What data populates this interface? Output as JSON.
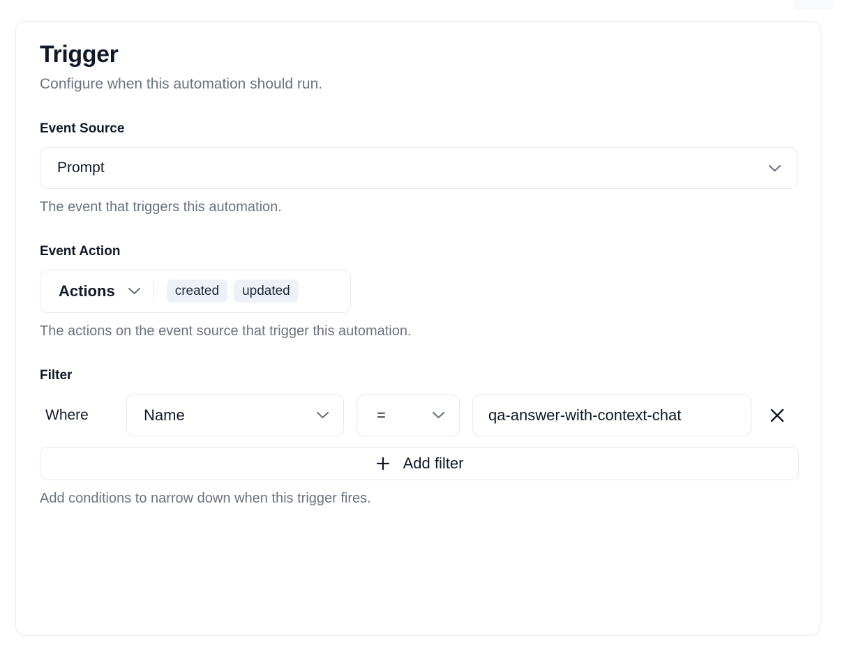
{
  "card": {
    "title": "Trigger",
    "subtitle": "Configure when this automation should run."
  },
  "event_source": {
    "label": "Event Source",
    "value": "Prompt",
    "chevron_icon": "chevron-down-icon",
    "help": "The event that triggers this automation."
  },
  "event_action": {
    "label": "Event Action",
    "trigger_label": "Actions",
    "chevron_icon": "chevron-down-icon",
    "chips": [
      "created",
      "updated"
    ],
    "help": "The actions on the event source that trigger this automation."
  },
  "filter": {
    "label": "Filter",
    "where_label": "Where",
    "field": "Name",
    "operator": "=",
    "value": "qa-answer-with-context-chat",
    "value_placeholder": "",
    "remove_icon": "close-icon",
    "add_filter_label": "Add filter",
    "add_filter_icon": "plus-icon",
    "help": "Add conditions to narrow down when this trigger fires."
  },
  "colors": {
    "border": "#e6e8ee",
    "chip_bg": "#eef1f7",
    "text": "#111827",
    "muted": "#6b7280"
  }
}
